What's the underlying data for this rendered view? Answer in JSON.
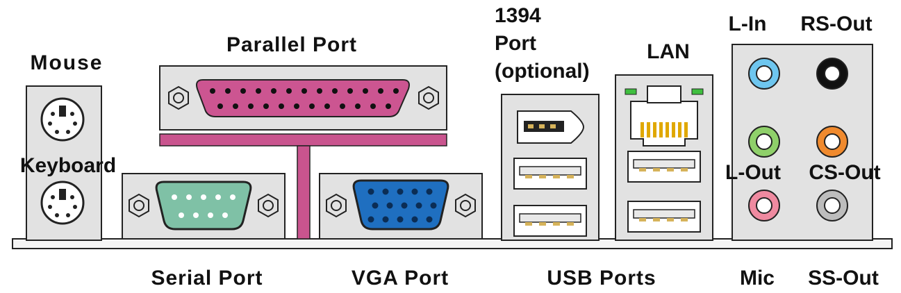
{
  "labels": {
    "mouse": "Mouse",
    "keyboard": "Keyboard",
    "parallel": "Parallel Port",
    "serial": "Serial Port",
    "vga": "VGA Port",
    "firewire_1": "1394",
    "firewire_2": "Port",
    "firewire_3": "(optional)",
    "usb": "USB Ports",
    "lan": "LAN",
    "line_in": "L-In",
    "rs_out": "RS-Out",
    "line_out": "L-Out",
    "cs_out": "CS-Out",
    "mic": "Mic",
    "ss_out": "SS-Out"
  },
  "colors": {
    "panel": "#e2e2e2",
    "outline": "#222222",
    "parallel": "#cc5591",
    "parallel_bar": "#c9548e",
    "serial": "#7fc1a6",
    "vga": "#1f6fc0",
    "jack_line_in": "#6ec6ef",
    "jack_rs_out": "#111111",
    "jack_line_out": "#8fd06a",
    "jack_cs_out": "#f08a2e",
    "jack_mic": "#ef8aa0",
    "jack_ss_out": "#bdbdbd",
    "led": "#3fbf3f"
  },
  "icons": {
    "ps2": "ps2-port-icon",
    "db25": "db25-connector-icon",
    "db9": "db9-connector-icon",
    "vga": "vga-connector-icon",
    "firewire": "firewire-port-icon",
    "usb": "usb-port-icon",
    "rj45": "rj45-port-icon",
    "audio": "audio-jack-icon",
    "screw": "screw-icon"
  }
}
